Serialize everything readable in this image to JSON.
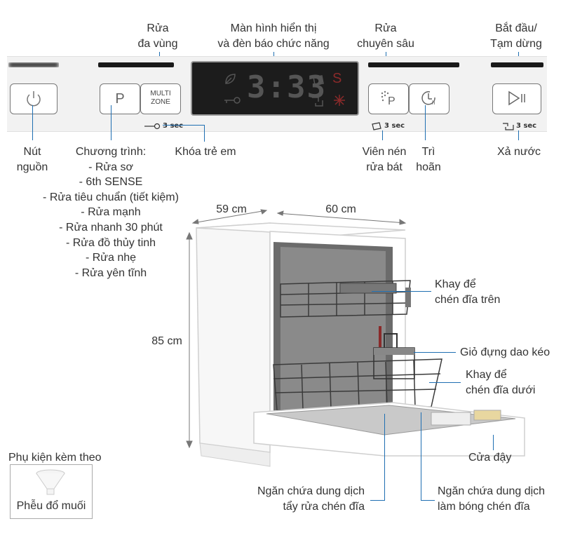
{
  "top_labels": {
    "multizone": [
      "Rửa",
      "đa vùng"
    ],
    "display": [
      "Màn hình hiển thị",
      "và đèn báo chức năng"
    ],
    "intensive": [
      "Rửa",
      "chuyên sâu"
    ],
    "start": [
      "Bắt đầu/",
      "Tạm dừng"
    ]
  },
  "panel": {
    "multizone_btn": [
      "MULTI",
      "ZONE"
    ],
    "program_letter": "P",
    "screen_digits": "3:33",
    "screen_s": "S",
    "hint_lock": "3 sec",
    "hint_tablet": "3 sec",
    "hint_drain": "3 sec"
  },
  "bottom_labels": {
    "power": [
      "Nút",
      "nguồn"
    ],
    "program_title": "Chương trình:",
    "programs": [
      "- Rửa sơ",
      "- 6th SENSE",
      "- Rửa tiêu chuẩn (tiết kiệm)",
      "- Rửa mạnh",
      "- Rửa nhanh 30 phút",
      "- Rửa đồ thủy tinh",
      "- Rửa nhẹ",
      "- Rửa yên tĩnh"
    ],
    "child_lock": "Khóa trẻ em",
    "tablet": [
      "Viên nén",
      "rửa bát"
    ],
    "delay": [
      "Trì",
      "hoãn"
    ],
    "drain": "Xả nước"
  },
  "dimensions": {
    "depth": "59 cm",
    "width": "60 cm",
    "height": "85 cm"
  },
  "parts": {
    "upper_rack": [
      "Khay để",
      "chén đĩa trên"
    ],
    "cutlery": "Giỏ đựng dao kéo",
    "lower_rack": [
      "Khay để",
      "chén đĩa dưới"
    ],
    "door": "Cửa đậy",
    "detergent": [
      "Ngăn chứa dung dịch",
      "tẩy rửa chén đĩa"
    ],
    "rinse_aid": [
      "Ngăn chứa dung dịch",
      "làm bóng chén đĩa"
    ]
  },
  "accessory": {
    "title": "Phụ kiện kèm theo",
    "item": "Phễu đổ muối"
  },
  "colors": {
    "leader": "#1f6fb2",
    "panel": "#f2f2f2",
    "display": "#1c1c1c",
    "display_glyph": "#555555",
    "display_red": "#8a2a2a"
  }
}
